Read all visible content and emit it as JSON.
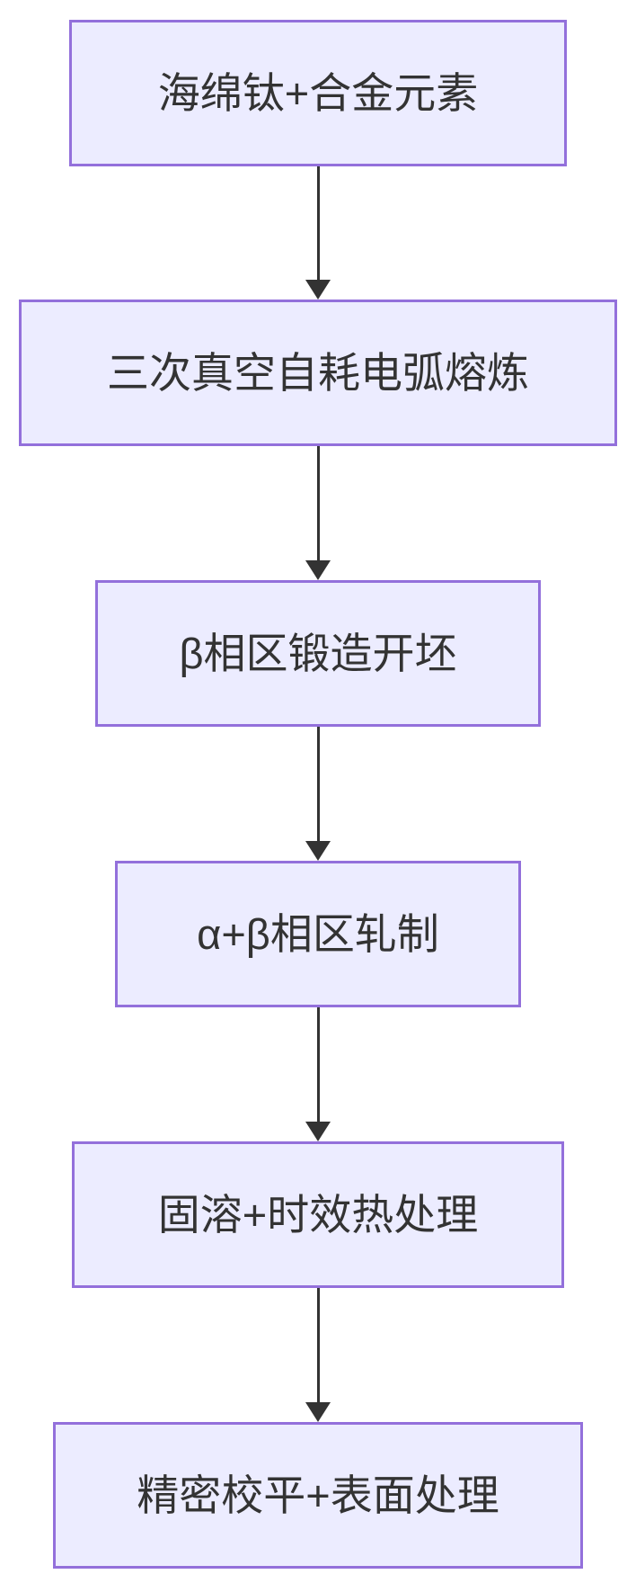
{
  "diagram": {
    "type": "flowchart",
    "direction": "top-down",
    "colors": {
      "background": "#FFFFFF",
      "node_fill": "#ECECFF",
      "node_border": "#9370DB",
      "text": "#333333",
      "arrow": "#333333"
    },
    "nodes": [
      {
        "id": "step-1",
        "label": "海绵钛+合金元素"
      },
      {
        "id": "step-2",
        "label": "三次真空自耗电弧熔炼"
      },
      {
        "id": "step-3",
        "label": "β相区锻造开坯"
      },
      {
        "id": "step-4",
        "label": "α+β相区轧制"
      },
      {
        "id": "step-5",
        "label": "固溶+时效热处理"
      },
      {
        "id": "step-6",
        "label": "精密校平+表面处理"
      }
    ],
    "edges": [
      {
        "from": "step-1",
        "to": "step-2"
      },
      {
        "from": "step-2",
        "to": "step-3"
      },
      {
        "from": "step-3",
        "to": "step-4"
      },
      {
        "from": "step-4",
        "to": "step-5"
      },
      {
        "from": "step-5",
        "to": "step-6"
      }
    ]
  }
}
